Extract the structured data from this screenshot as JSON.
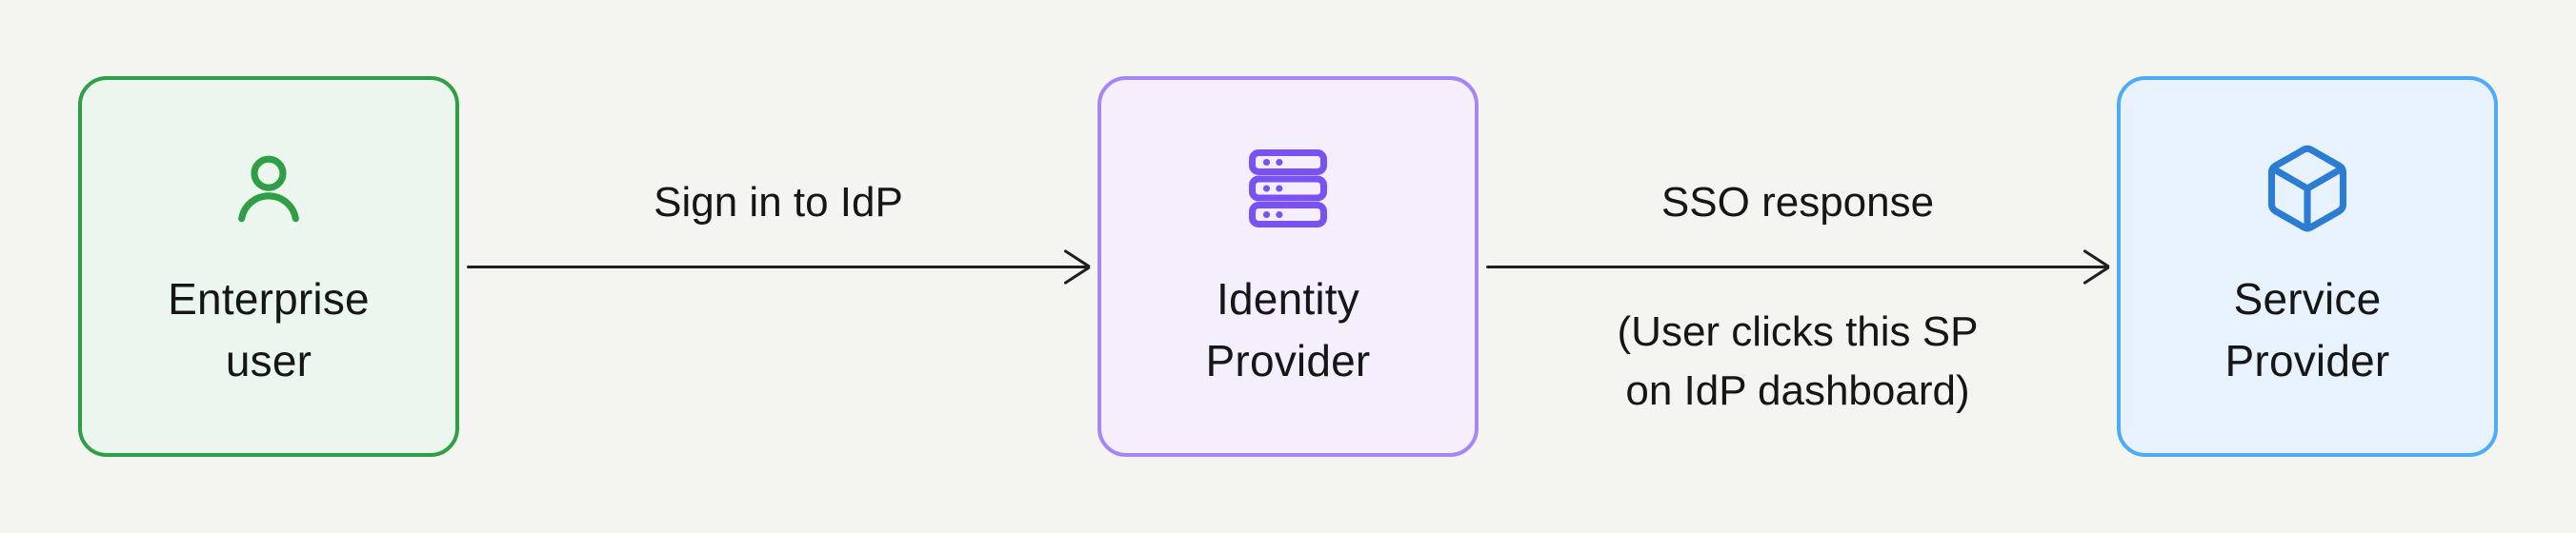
{
  "background": "#f4f4f1",
  "arrow_color": "#1f1f1f",
  "nodes": [
    {
      "id": "enterprise-user",
      "label_lines": [
        "Enterprise",
        "user"
      ],
      "icon": "user-icon",
      "accent": "#2f9e44",
      "icon_color": "#2f9e44",
      "fill": "#eaf6ee"
    },
    {
      "id": "identity-provider",
      "label_lines": [
        "Identity",
        "Provider"
      ],
      "icon": "server-icon",
      "accent": "#a486f6",
      "icon_color": "#7a52f4",
      "fill": "#f5eefd"
    },
    {
      "id": "service-provider",
      "label_lines": [
        "Service",
        "Provider"
      ],
      "icon": "cube-icon",
      "accent": "#4dabf7",
      "icon_color": "#2b7cd3",
      "fill": "#e8f2fd"
    }
  ],
  "connectors": [
    {
      "label_above": "Sign in to IdP",
      "below_lines": []
    },
    {
      "label_above": "SSO response",
      "below_lines": [
        "(User clicks this SP",
        "on IdP dashboard)"
      ]
    }
  ]
}
